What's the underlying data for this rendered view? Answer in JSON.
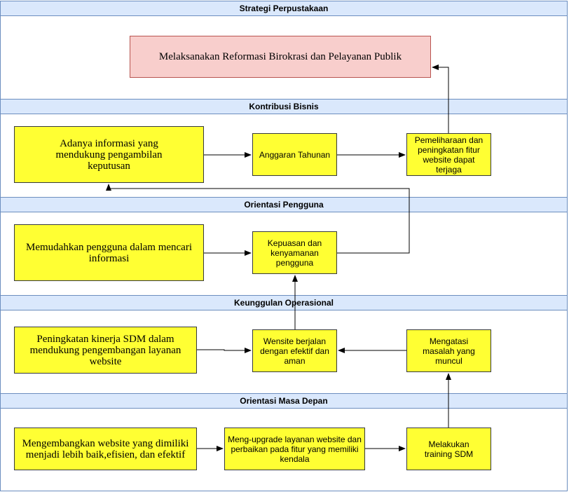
{
  "lanes": {
    "strategi": "Strategi Perpustakaan",
    "kontribusi": "Kontribusi Bisnis",
    "orientasi_pengguna": "Orientasi Pengguna",
    "keunggulan": "Keunggulan Operasional",
    "masa_depan": "Orientasi Masa Depan"
  },
  "nodes": {
    "reformasi": "Melaksanakan Reformasi Birokrasi dan Pelayanan Publik",
    "informasi": "Adanya informasi yang mendukung pengambilan keputusan",
    "anggaran": "Anggaran Tahunan",
    "pemeliharaan": "Pemeliharaan dan peningkatan fitur website dapat terjaga",
    "memudahkan": "Memudahkan pengguna dalam mencari informasi",
    "kepuasan": "Kepuasan dan kenyamanan pengguna",
    "kinerja": "Peningkatan kinerja SDM dalam mendukung pengembangan layanan website",
    "berjalan": "Wensite berjalan dengan efektif dan aman",
    "mengatasi": "Mengatasi masalah yang muncul",
    "mengembangkan": "Mengembangkan website yang dimiliki menjadi lebih baik,efisien, dan efektif",
    "upgrade": "Meng-upgrade layanan website dan perbaikan pada fitur yang memiliki kendala",
    "training": "Melakukan training SDM"
  },
  "colors": {
    "lane_header": "#dae8fc",
    "lane_border": "#6c8ebf",
    "node_fill": "#ffff33",
    "goal_fill": "#f8cecc",
    "goal_border": "#b85450"
  }
}
